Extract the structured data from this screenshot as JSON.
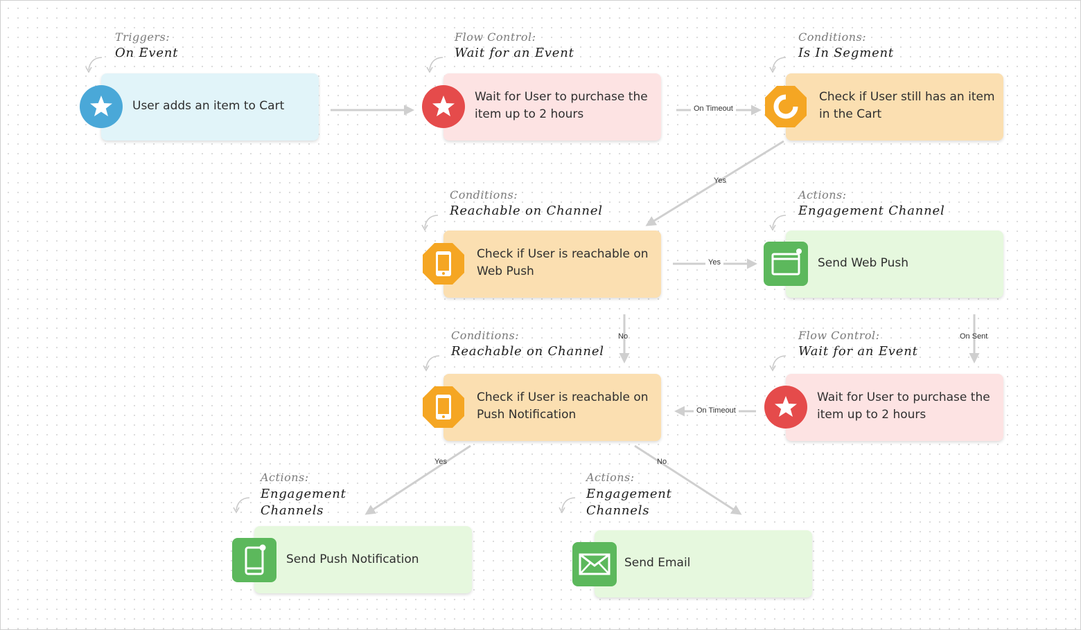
{
  "nodes": {
    "n1": {
      "category": "Triggers:",
      "title": "On Event",
      "text": "User adds an item to Cart",
      "icon": "star-icon",
      "icon_color": "#4aa8d8",
      "color": "#e1f4f9"
    },
    "n2": {
      "category": "Flow Control:",
      "title": "Wait for an Event",
      "text": "Wait for User to purchase the\nitem up to 2 hours",
      "icon": "star-icon",
      "icon_color": "#e54b4b",
      "color": "#fde3e3"
    },
    "n3": {
      "category": "Conditions:",
      "title": "Is In Segment",
      "text": "Check if User still has an item\nin the Cart",
      "icon": "segment-ring-icon",
      "icon_color": "#f5a623",
      "color": "#fbdfb1"
    },
    "n4": {
      "category": "Conditions:",
      "title": "Reachable on Channel",
      "text": "Check if User is reachable on\nWeb Push",
      "icon": "phone-icon",
      "icon_color": "#f5a623",
      "color": "#fbdfb1"
    },
    "n5": {
      "category": "Actions:",
      "title": "Engagement Channel",
      "text": "Send Web Push",
      "icon": "browser-window-icon",
      "icon_color": "#5cb85c",
      "color": "#e6f8de"
    },
    "n6": {
      "category": "Conditions:",
      "title": "Reachable on Channel",
      "text": "Check if User is reachable on\nPush Notification",
      "icon": "phone-icon",
      "icon_color": "#f5a623",
      "color": "#fbdfb1"
    },
    "n7": {
      "category": "Flow Control:",
      "title": "Wait for an Event",
      "text": "Wait for User to purchase the\nitem up to 2 hours",
      "icon": "star-icon",
      "icon_color": "#e54b4b",
      "color": "#fde3e3"
    },
    "n8": {
      "category": "Actions:",
      "title": "Engagement\nChannels",
      "text": "Send Push Notification",
      "icon": "mobile-notification-icon",
      "icon_color": "#5cb85c",
      "color": "#e6f8de"
    },
    "n9": {
      "category": "Actions:",
      "title": "Engagement\nChannels",
      "text": "Send Email",
      "icon": "envelope-icon",
      "icon_color": "#5cb85c",
      "color": "#e6f8de"
    }
  },
  "edges": {
    "e1": {
      "from": "n1",
      "to": "n2",
      "label": ""
    },
    "e2": {
      "from": "n2",
      "to": "n3",
      "label": "On Timeout"
    },
    "e3": {
      "from": "n3",
      "to": "n4",
      "label": "Yes"
    },
    "e4": {
      "from": "n4",
      "to": "n5",
      "label": "Yes"
    },
    "e5": {
      "from": "n4",
      "to": "n6",
      "label": "No"
    },
    "e6": {
      "from": "n5",
      "to": "n7",
      "label": "On Sent"
    },
    "e7": {
      "from": "n7",
      "to": "n6",
      "label": "On Timeout"
    },
    "e8": {
      "from": "n6",
      "to": "n8",
      "label": "Yes"
    },
    "e9": {
      "from": "n6",
      "to": "n9",
      "label": "No"
    }
  },
  "colors": {
    "edge": "#cfcfcf",
    "text": "#2f2f2f",
    "category": "#7b7b7b"
  }
}
